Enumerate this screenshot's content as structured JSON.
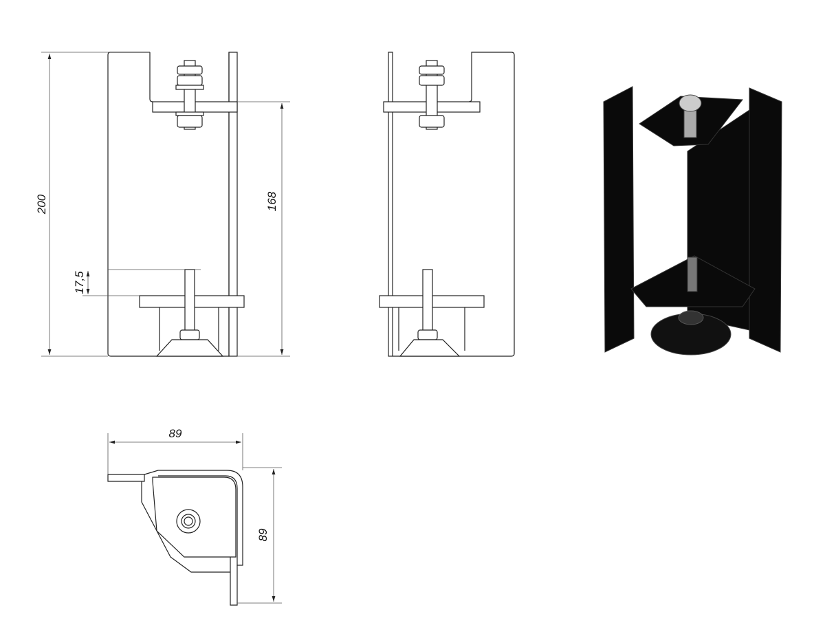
{
  "dimensions": {
    "total_height": "200",
    "plate_spacing": "168",
    "bolt_protrusion": "17,5",
    "width": "89",
    "depth": "89"
  },
  "colors": {
    "line": "#222222",
    "part": "#0a0a0a"
  }
}
